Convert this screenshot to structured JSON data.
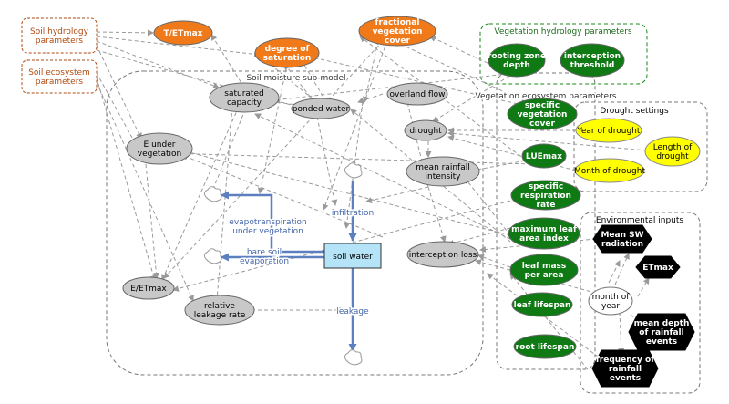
{
  "colors": {
    "state": "#c8c8c8",
    "output": "#f07a1a",
    "veg_param": "#0f7a14",
    "drought": "#ffff00",
    "env": "#000000",
    "stock": "#b5e3f7",
    "flow": "#5b7fbf",
    "soil_param_text": "#b24a10",
    "veg_group_border": "#1a8a1a"
  },
  "groups": {
    "soil_hydrology": "Soil hydrology parameters",
    "soil_ecosystem": "Soil ecosystem parameters",
    "vegetation_hydrology": "Vegetation hydrology parameters",
    "vegetation_ecosystem": "Vegetation ecosystem parameters",
    "soil_moisture": "Soil moisture sub-model",
    "drought_settings": "Drought settings",
    "environmental_inputs": "Environmental inputs"
  },
  "nodes": {
    "t_etmax": "T/ETmax",
    "degree_saturation": "degree of saturation",
    "fractional_cover": "fractional vegetation cover",
    "saturated_capacity": "saturated capacity",
    "ponded_water": "ponded water",
    "overland_flow": "overland flow",
    "drought": "drought",
    "e_under_vegetation": "E under vegetation",
    "mean_rainfall_intensity": "mean rainfall intensity",
    "interception_loss": "interception loss",
    "e_etmax": "E/ETmax",
    "relative_leakage_rate": "relative leakage rate",
    "soil_water": "soil water",
    "rooting_zone_depth": "rooting zone depth",
    "interception_threshold": "interception threshold",
    "specific_vegetation_cover": "specific vegetation cover",
    "lue_max": "LUEmax",
    "specific_respiration_rate": "specific respiration rate",
    "maximum_leaf_area_index": "maximum leaf area index",
    "leaf_mass_per_area": "leaf mass per area",
    "leaf_lifespan": "leaf lifespan",
    "root_lifespan": "root lifespan",
    "year_of_drought": "Year of drought",
    "length_of_drought": "Length of drought",
    "month_of_drought": "Month of drought",
    "mean_sw_radiation": "Mean SW radiation",
    "etmax": "ETmax",
    "month_of_year": "month of year",
    "mean_depth_rainfall": "mean depth of rainfall events",
    "frequency_rainfall": "frequency of rainfall events"
  },
  "flows": {
    "infiltration": "infiltration",
    "evapotranspiration": "evapotranspiration under vegetation",
    "bare_soil_evaporation": "bare soil evaporation",
    "leakage": "leakage"
  }
}
